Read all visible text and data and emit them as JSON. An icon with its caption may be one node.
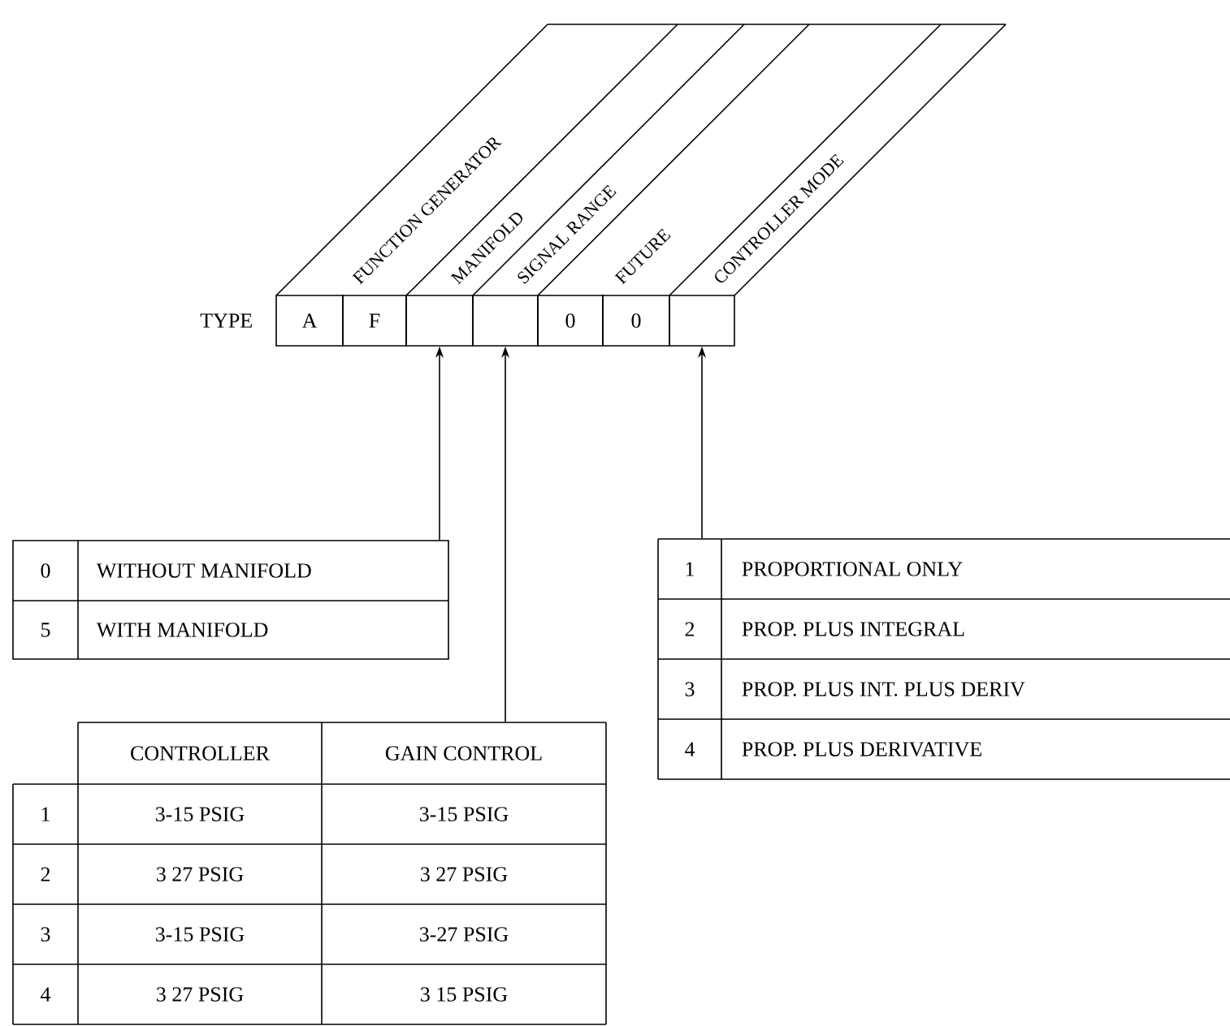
{
  "diagram": {
    "nodes": [
      {
        "text": [
          "A"
        ]
      },
      {
        "text": [
          "F"
        ]
      },
      {
        "text": [],
        "shape": "box"
      },
      {
        "text": [],
        "shape": "box"
      },
      {
        "text": [
          "0"
        ]
      },
      {
        "text": [
          "0"
        ]
      },
      {
        "text": [],
        "shape": "box"
      },
      {
        "text": [
          "0",
          "WITHOUT MANIFOLD",
          "5",
          "WITH MANIFOLD"
        ]
      },
      {
        "text": [
          "CONTROLLER",
          "GAIN CONTROL",
          "1",
          "3-15 PSIG",
          "3-15 PSIG",
          "2",
          "3 27 PSIG",
          "3 27 PSIG",
          "3",
          "3-15 PSIG",
          "3-27 PSIG",
          "4",
          "3 27 PSIG",
          "3 15 PSIG"
        ]
      },
      {
        "text": [
          "1",
          "PROPORTIONAL ONLY",
          "2",
          "PROP. PLUS INTEGRAL",
          "3",
          "PROP. PLUS INT. PLUS DERIV",
          "4",
          "PROP. PLUS DERIVATIVE"
        ]
      }
    ],
    "edges": [
      {
        "from": 7,
        "to": 2,
        "arrow": "to"
      },
      {
        "from": 8,
        "to": 3,
        "arrow": "to"
      },
      {
        "from": 9,
        "to": 6,
        "arrow": "to"
      }
    ],
    "labels": [
      "TYPE",
      "FUNCTION GENERATOR",
      "MANIFOLD",
      "SIGNAL RANGE",
      "FUTURE",
      "CONTROLLER MODE"
    ]
  }
}
